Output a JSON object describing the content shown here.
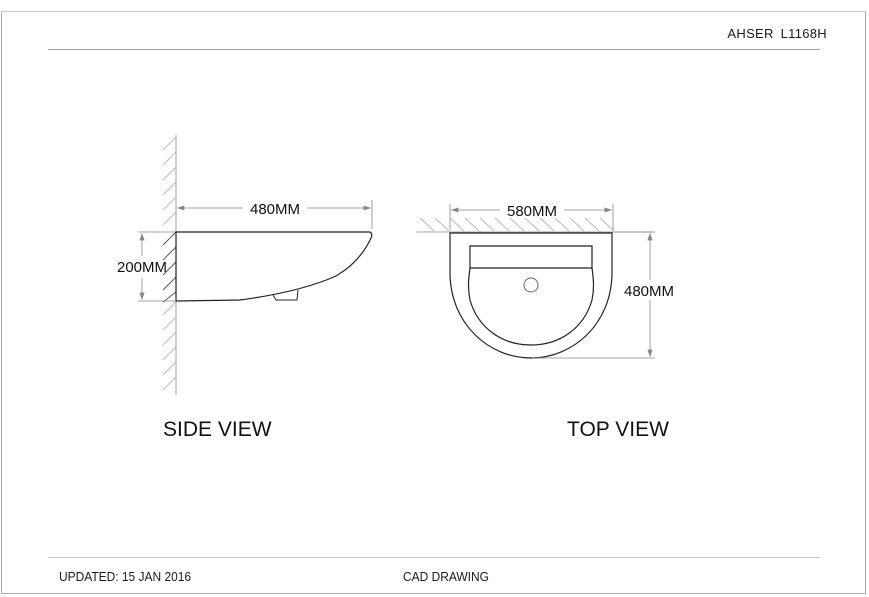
{
  "header": {
    "model_code": "AHSER  L1168H"
  },
  "views": {
    "side": {
      "label": "SIDE VIEW",
      "width_dim": "480MM",
      "height_dim": "200MM"
    },
    "top": {
      "label": "TOP VIEW",
      "width_dim": "580MM",
      "depth_dim": "480MM"
    }
  },
  "footer": {
    "updated": "UPDATED: 15 JAN 2016",
    "doc_type": "CAD DRAWING"
  },
  "colors": {
    "outline": "#222222",
    "dimension_line": "#888888",
    "hatch": "#b0b0b0",
    "frame": "#a8a8a8"
  }
}
